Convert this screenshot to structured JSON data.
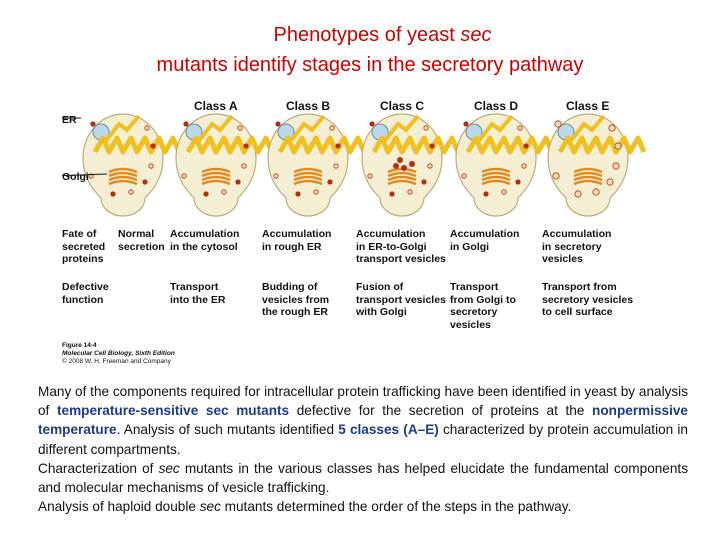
{
  "title": {
    "line1_prefix": "Phenotypes of yeast ",
    "line1_italic": "sec",
    "line2": "mutants identify stages in the secretory pathway"
  },
  "figure": {
    "classes": [
      "Class A",
      "Class B",
      "Class C",
      "Class D",
      "Class E"
    ],
    "organelle_labels": {
      "er": "ER",
      "golgi": "Golgi"
    },
    "row_labels": {
      "fate": [
        "Fate of",
        "secreted",
        "proteins"
      ],
      "defective": [
        "Defective",
        "function"
      ]
    },
    "normal": [
      "Normal",
      "secretion"
    ],
    "fates": [
      [
        "Accumulation",
        "in the cytosol"
      ],
      [
        "Accumulation",
        "in rough ER"
      ],
      [
        "Accumulation",
        "in ER-to-Golgi",
        "transport vesicles"
      ],
      [
        "Accumulation",
        "in Golgi"
      ],
      [
        "Accumulation",
        "in secretory",
        "vesicles"
      ]
    ],
    "functions": [
      [
        "Transport",
        "into the ER"
      ],
      [
        "Budding of",
        "vesicles from",
        "the rough ER"
      ],
      [
        "Fusion of",
        "transport vesicles",
        "with Golgi"
      ],
      [
        "Transport",
        "from Golgi to",
        "secretory",
        "vesicles"
      ],
      [
        "Transport from",
        "secretory vesicles",
        "to cell surface"
      ]
    ],
    "caption": {
      "fig": "Figure 14-4",
      "book": "Molecular Cell Biology, Sixth Edition",
      "copyright": "© 2008 W. H. Freeman and Company"
    }
  },
  "body": {
    "p1_a": "Many of the components required for intracellular protein trafficking have been identified in yeast by analysis of ",
    "p1_hl1": "temperature-sensitive sec mutants",
    "p1_b": " defective for the secretion of proteins at the ",
    "p1_hl2": "nonpermissive temperature",
    "p1_c": ".  Analysis of such mutants identified ",
    "p1_hl3": "5 classes (A–E)",
    "p1_d": " characterized by protein accumulation in different compartments.",
    "p2_a": "Characterization of ",
    "p2_i": "sec",
    "p2_b": " mutants in the various classes has helped elucidate the fundamental components and molecular mechanisms of vesicle trafficking.",
    "p3_a": "Analysis of haploid double ",
    "p3_i": "sec",
    "p3_b": " mutants determined the order of the steps in the pathway."
  },
  "colors": {
    "title": "#cc0000",
    "highlight": "#1f3a8a",
    "cell_fill": "#f4efd2",
    "nucleus": "#b9d9ea",
    "er": "#f0c020",
    "golgi": "#e08a20",
    "vesicle": "#b03010"
  }
}
